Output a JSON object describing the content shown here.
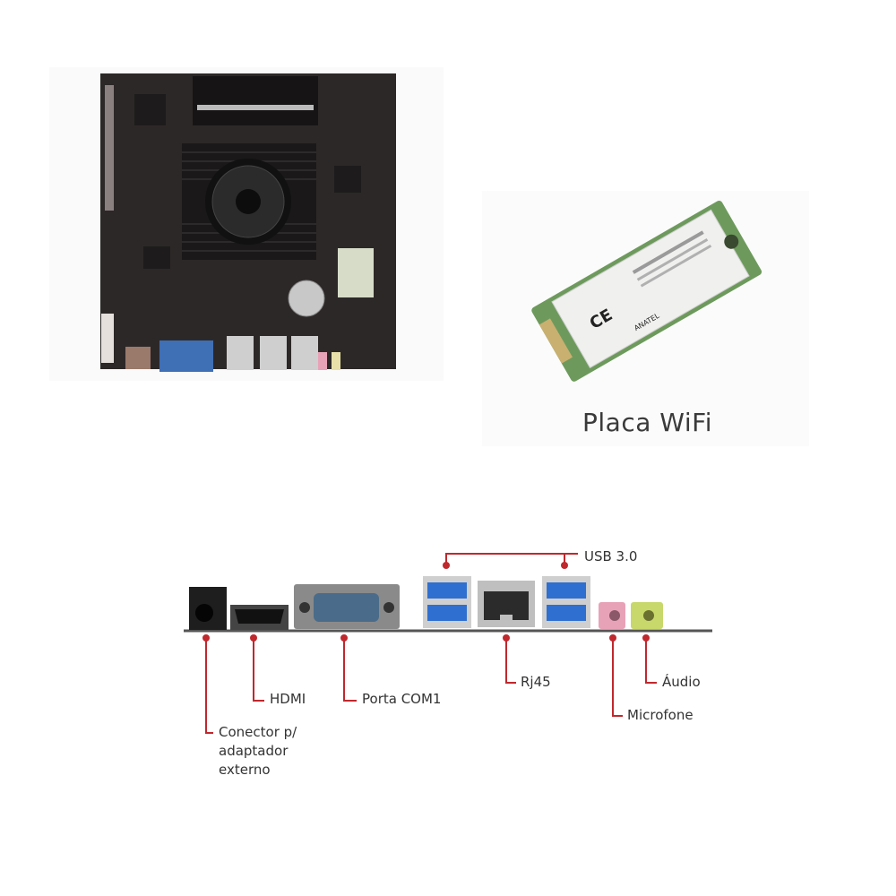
{
  "wifi_caption": "Placa WiFi",
  "io_labels": {
    "usb": "USB 3.0",
    "hdmi": "HDMI",
    "com": "Porta COM1",
    "rj45": "Rj45",
    "audio": "Áudio",
    "mic": "Microfone",
    "dc_line1": "Conector p/",
    "dc_line2": "adaptador",
    "dc_line3": "externo"
  },
  "wifi_card_text": {
    "ce": "CE",
    "anatel": "ANATEL"
  },
  "colors": {
    "callout_red": "#c0282d",
    "usb_blue": "#2f6fd0",
    "pcb_dark": "#2a2626",
    "wifi_green": "#6d9a5c",
    "mic_pink": "#e8a2b8",
    "audio_lime": "#c8d86a"
  }
}
